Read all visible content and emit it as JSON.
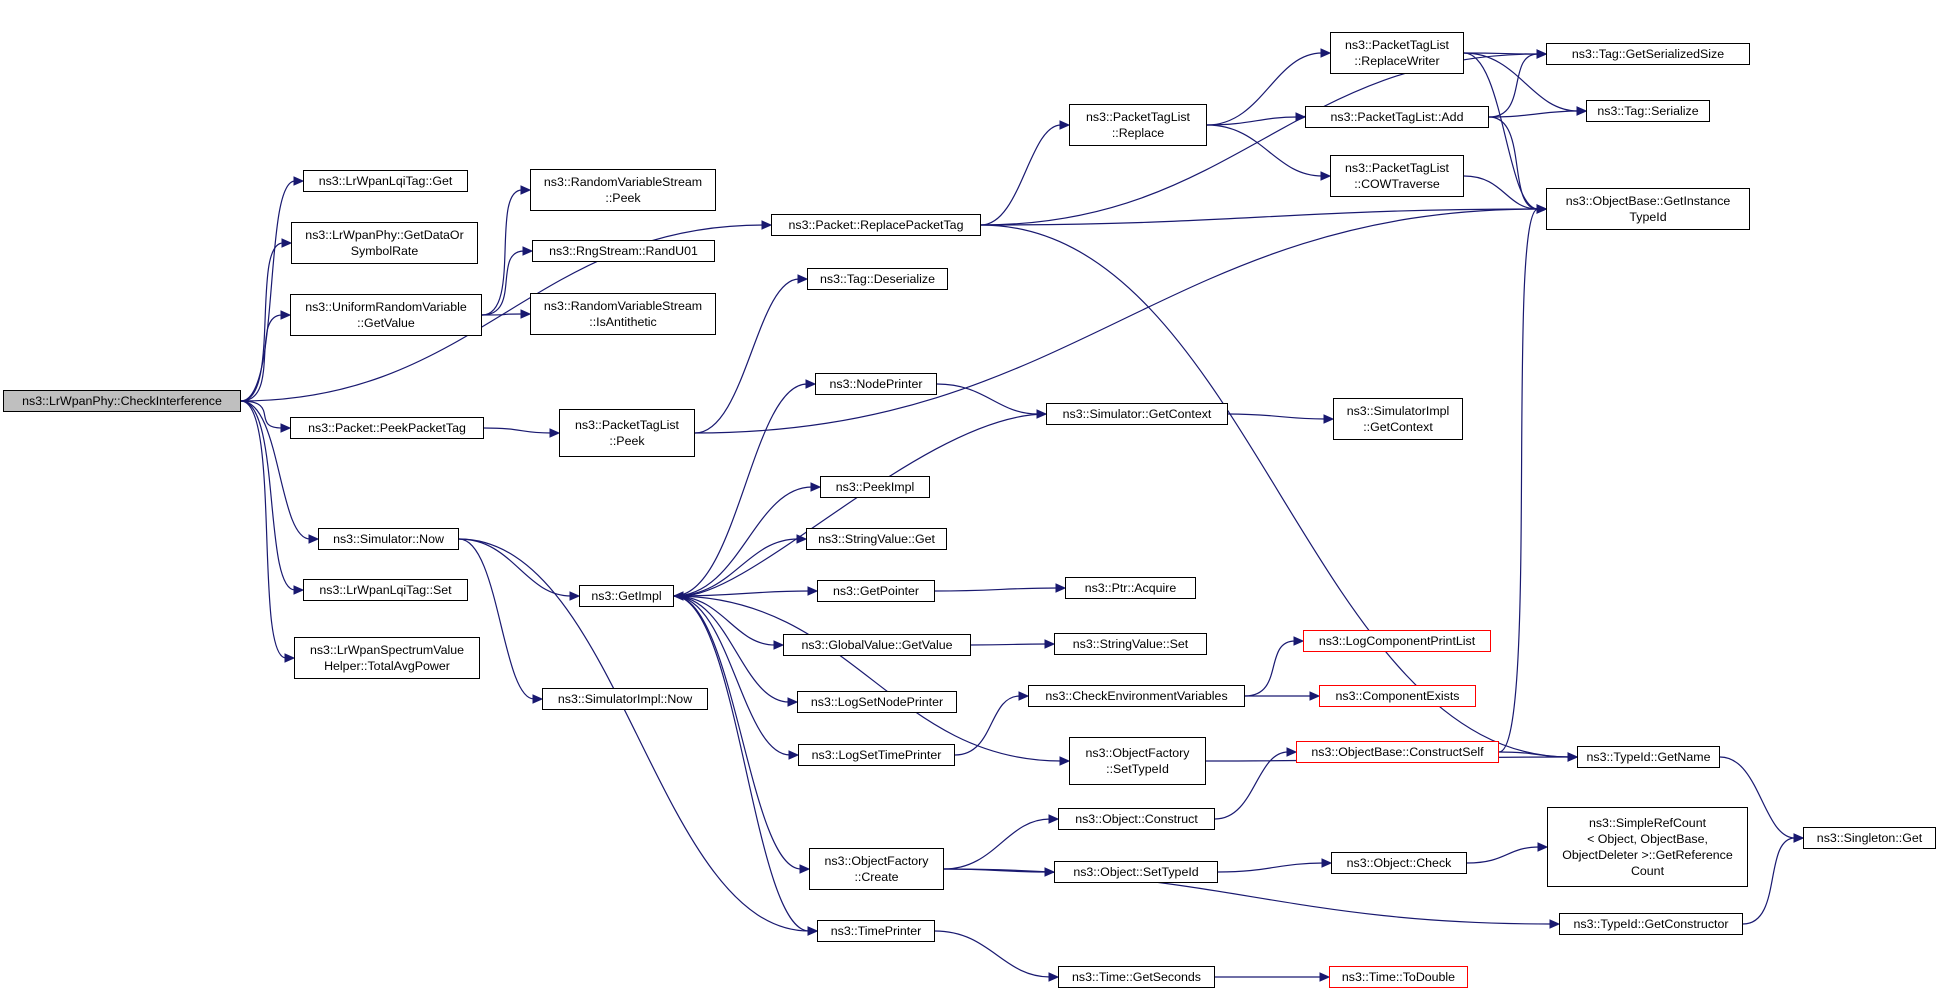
{
  "colors": {
    "edge": "#191970",
    "node_border": "#000000",
    "root_fill": "#bfbfbf",
    "truncated_border": "#ff0000"
  },
  "nodes": [
    {
      "id": "n0",
      "lines": [
        "ns3::LrWpanPhy::CheckInterference"
      ],
      "root": true
    },
    {
      "id": "n1",
      "lines": [
        "ns3::LrWpanLqiTag::Get"
      ]
    },
    {
      "id": "n2",
      "lines": [
        "ns3::LrWpanPhy::GetDataOr",
        "SymbolRate"
      ]
    },
    {
      "id": "n3",
      "lines": [
        "ns3::UniformRandomVariable",
        "::GetValue"
      ]
    },
    {
      "id": "n4",
      "lines": [
        "ns3::Packet::PeekPacketTag"
      ]
    },
    {
      "id": "n5",
      "lines": [
        "ns3::Simulator::Now"
      ]
    },
    {
      "id": "n6",
      "lines": [
        "ns3::LrWpanLqiTag::Set"
      ]
    },
    {
      "id": "n7",
      "lines": [
        "ns3::LrWpanSpectrumValue",
        "Helper::TotalAvgPower"
      ]
    },
    {
      "id": "n8",
      "lines": [
        "ns3::RandomVariableStream",
        "::Peek"
      ]
    },
    {
      "id": "n9",
      "lines": [
        "ns3::RngStream::RandU01"
      ]
    },
    {
      "id": "n10",
      "lines": [
        "ns3::RandomVariableStream",
        "::IsAntithetic"
      ]
    },
    {
      "id": "n11",
      "lines": [
        "ns3::PacketTagList",
        "::Peek"
      ]
    },
    {
      "id": "n12",
      "lines": [
        "ns3::SimulatorImpl::Now"
      ]
    },
    {
      "id": "n13",
      "lines": [
        "ns3::GetImpl"
      ]
    },
    {
      "id": "n14",
      "lines": [
        "ns3::Packet::ReplacePacketTag"
      ]
    },
    {
      "id": "n15",
      "lines": [
        "ns3::Tag::Deserialize"
      ]
    },
    {
      "id": "n16",
      "lines": [
        "ns3::NodePrinter"
      ]
    },
    {
      "id": "n17",
      "lines": [
        "ns3::PeekImpl"
      ]
    },
    {
      "id": "n18",
      "lines": [
        "ns3::StringValue::Get"
      ]
    },
    {
      "id": "n19",
      "lines": [
        "ns3::GetPointer"
      ]
    },
    {
      "id": "n20",
      "lines": [
        "ns3::GlobalValue::GetValue"
      ]
    },
    {
      "id": "n21",
      "lines": [
        "ns3::LogSetNodePrinter"
      ]
    },
    {
      "id": "n22",
      "lines": [
        "ns3::LogSetTimePrinter"
      ]
    },
    {
      "id": "n23",
      "lines": [
        "ns3::ObjectFactory",
        "::Create"
      ]
    },
    {
      "id": "n24",
      "lines": [
        "ns3::TimePrinter"
      ]
    },
    {
      "id": "n25",
      "lines": [
        "ns3::PacketTagList",
        "::Replace"
      ]
    },
    {
      "id": "n26",
      "lines": [
        "ns3::Simulator::GetContext"
      ]
    },
    {
      "id": "n27",
      "lines": [
        "ns3::Ptr::Acquire"
      ]
    },
    {
      "id": "n28",
      "lines": [
        "ns3::StringValue::Set"
      ]
    },
    {
      "id": "n29",
      "lines": [
        "ns3::CheckEnvironmentVariables"
      ]
    },
    {
      "id": "n30",
      "lines": [
        "ns3::ObjectFactory",
        "::SetTypeId"
      ]
    },
    {
      "id": "n31",
      "lines": [
        "ns3::Object::Construct"
      ]
    },
    {
      "id": "n32",
      "lines": [
        "ns3::Object::SetTypeId"
      ]
    },
    {
      "id": "n33",
      "lines": [
        "ns3::Time::GetSeconds"
      ]
    },
    {
      "id": "n34",
      "lines": [
        "ns3::PacketTagList",
        "::ReplaceWriter"
      ]
    },
    {
      "id": "n35",
      "lines": [
        "ns3::PacketTagList::Add"
      ]
    },
    {
      "id": "n36",
      "lines": [
        "ns3::PacketTagList",
        "::COWTraverse"
      ]
    },
    {
      "id": "n37",
      "lines": [
        "ns3::SimulatorImpl",
        "::GetContext"
      ]
    },
    {
      "id": "n38",
      "lines": [
        "ns3::LogComponentPrintList"
      ],
      "truncated": true
    },
    {
      "id": "n39",
      "lines": [
        "ns3::ComponentExists"
      ],
      "truncated": true
    },
    {
      "id": "n40",
      "lines": [
        "ns3::ObjectBase::ConstructSelf"
      ],
      "truncated": true
    },
    {
      "id": "n41",
      "lines": [
        "ns3::Object::Check"
      ]
    },
    {
      "id": "n42",
      "lines": [
        "ns3::Time::ToDouble"
      ],
      "truncated": true
    },
    {
      "id": "n43",
      "lines": [
        "ns3::Tag::GetSerializedSize"
      ]
    },
    {
      "id": "n44",
      "lines": [
        "ns3::Tag::Serialize"
      ]
    },
    {
      "id": "n45",
      "lines": [
        "ns3::ObjectBase::GetInstance",
        "TypeId"
      ]
    },
    {
      "id": "n46",
      "lines": [
        "ns3::TypeId::GetName"
      ]
    },
    {
      "id": "n47",
      "lines": [
        "ns3::SimpleRefCount",
        "< Object, ObjectBase,",
        "ObjectDeleter >::GetReference",
        "Count"
      ]
    },
    {
      "id": "n48",
      "lines": [
        "ns3::TypeId::GetConstructor"
      ]
    },
    {
      "id": "n49",
      "lines": [
        "ns3::Singleton::Get"
      ]
    }
  ],
  "edges": [
    [
      "n0",
      "n1"
    ],
    [
      "n0",
      "n2"
    ],
    [
      "n0",
      "n3"
    ],
    [
      "n0",
      "n14"
    ],
    [
      "n0",
      "n4"
    ],
    [
      "n0",
      "n5"
    ],
    [
      "n0",
      "n6"
    ],
    [
      "n0",
      "n7"
    ],
    [
      "n3",
      "n8"
    ],
    [
      "n3",
      "n9"
    ],
    [
      "n3",
      "n10"
    ],
    [
      "n4",
      "n11"
    ],
    [
      "n11",
      "n15"
    ],
    [
      "n11",
      "n45"
    ],
    [
      "n5",
      "n13"
    ],
    [
      "n5",
      "n12"
    ],
    [
      "n5",
      "n24"
    ],
    [
      "n14",
      "n25"
    ],
    [
      "n14",
      "n43"
    ],
    [
      "n14",
      "n45"
    ],
    [
      "n14",
      "n46"
    ],
    [
      "n25",
      "n34"
    ],
    [
      "n25",
      "n35"
    ],
    [
      "n25",
      "n36"
    ],
    [
      "n34",
      "n43"
    ],
    [
      "n34",
      "n44"
    ],
    [
      "n34",
      "n45"
    ],
    [
      "n35",
      "n43"
    ],
    [
      "n35",
      "n44"
    ],
    [
      "n35",
      "n45"
    ],
    [
      "n36",
      "n45"
    ],
    [
      "n13",
      "n16"
    ],
    [
      "n13",
      "n17"
    ],
    [
      "n13",
      "n18"
    ],
    [
      "n13",
      "n19"
    ],
    [
      "n13",
      "n20"
    ],
    [
      "n13",
      "n21"
    ],
    [
      "n13",
      "n22"
    ],
    [
      "n13",
      "n23"
    ],
    [
      "n13",
      "n24"
    ],
    [
      "n13",
      "n30"
    ],
    [
      "n16",
      "n26"
    ],
    [
      "n26",
      "n13"
    ],
    [
      "n26",
      "n37"
    ],
    [
      "n19",
      "n27"
    ],
    [
      "n20",
      "n28"
    ],
    [
      "n22",
      "n29"
    ],
    [
      "n29",
      "n38"
    ],
    [
      "n29",
      "n39"
    ],
    [
      "n30",
      "n46"
    ],
    [
      "n23",
      "n31"
    ],
    [
      "n23",
      "n32"
    ],
    [
      "n23",
      "n48"
    ],
    [
      "n31",
      "n40"
    ],
    [
      "n40",
      "n45"
    ],
    [
      "n40",
      "n46"
    ],
    [
      "n32",
      "n41"
    ],
    [
      "n41",
      "n47"
    ],
    [
      "n24",
      "n33"
    ],
    [
      "n33",
      "n42"
    ],
    [
      "n46",
      "n49"
    ],
    [
      "n48",
      "n49"
    ]
  ]
}
